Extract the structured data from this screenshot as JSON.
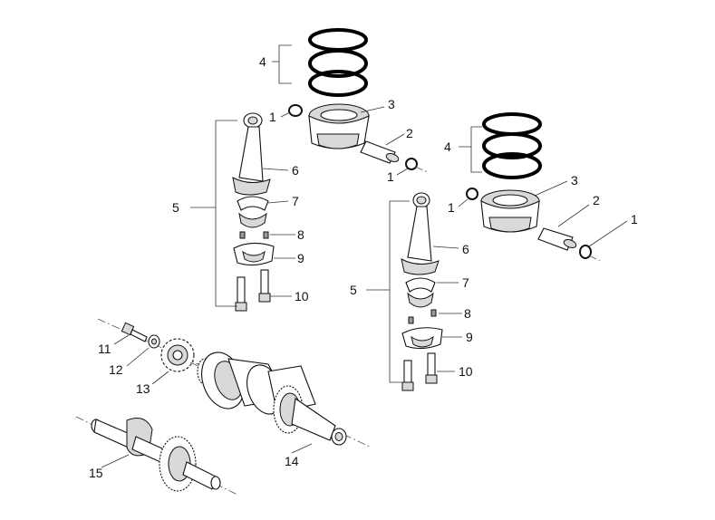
{
  "callouts": [
    {
      "id": "ring-a",
      "text": "4"
    },
    {
      "id": "clip-a1",
      "text": "1"
    },
    {
      "id": "piston-a",
      "text": "3"
    },
    {
      "id": "pin-a",
      "text": "2"
    },
    {
      "id": "clip-a2",
      "text": "1"
    },
    {
      "id": "rod-a",
      "text": "5"
    },
    {
      "id": "rod-body-a",
      "text": "6"
    },
    {
      "id": "bearing-upper-a",
      "text": "7"
    },
    {
      "id": "dowel-a",
      "text": "8"
    },
    {
      "id": "cap-a",
      "text": "9"
    },
    {
      "id": "bolt-a",
      "text": "10"
    },
    {
      "id": "ring-b",
      "text": "4"
    },
    {
      "id": "piston-b",
      "text": "3"
    },
    {
      "id": "clip-b1",
      "text": "1"
    },
    {
      "id": "pin-b",
      "text": "2"
    },
    {
      "id": "clip-b2",
      "text": "1"
    },
    {
      "id": "rod-b",
      "text": "5"
    },
    {
      "id": "rod-body-b",
      "text": "6"
    },
    {
      "id": "bearing-upper-b",
      "text": "7"
    },
    {
      "id": "dowel-b",
      "text": "8"
    },
    {
      "id": "cap-b",
      "text": "9"
    },
    {
      "id": "bolt-b",
      "text": "10"
    },
    {
      "id": "gear-bolt",
      "text": "11"
    },
    {
      "id": "gear-washer",
      "text": "12"
    },
    {
      "id": "timing-gear",
      "text": "13"
    },
    {
      "id": "crankshaft",
      "text": "14"
    },
    {
      "id": "balance-shaft",
      "text": "15"
    }
  ]
}
